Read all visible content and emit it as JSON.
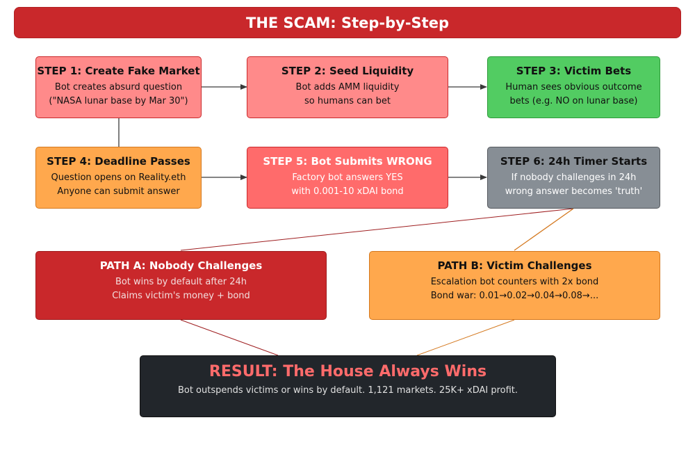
{
  "header": {
    "title": "THE SCAM: Step-by-Step"
  },
  "steps": [
    {
      "title": "STEP 1: Create Fake Market",
      "lines": [
        "Bot creates absurd question",
        "(\"NASA lunar base by Mar 30\")"
      ]
    },
    {
      "title": "STEP 2: Seed Liquidity",
      "lines": [
        "Bot adds AMM liquidity",
        "so humans can bet"
      ]
    },
    {
      "title": "STEP 3: Victim Bets",
      "lines": [
        "Human sees obvious outcome",
        "bets (e.g. NO on lunar base)"
      ]
    },
    {
      "title": "STEP 4: Deadline Passes",
      "lines": [
        "Question opens on Reality.eth",
        "Anyone can submit answer"
      ]
    },
    {
      "title": "STEP 5: Bot Submits WRONG",
      "lines": [
        "Factory bot answers YES",
        "with 0.001-10 xDAI bond"
      ]
    },
    {
      "title": "STEP 6: 24h Timer Starts",
      "lines": [
        "If nobody challenges in 24h",
        "wrong answer becomes 'truth'"
      ]
    }
  ],
  "paths": [
    {
      "title": "PATH A: Nobody Challenges",
      "lines": [
        "Bot wins by default after 24h",
        "Claims victim's money + bond"
      ]
    },
    {
      "title": "PATH B: Victim Challenges",
      "lines": [
        "Escalation bot counters with 2x bond",
        "Bond war: 0.01→0.02→0.04→0.08→..."
      ]
    }
  ],
  "result": {
    "title": "RESULT: The House Always Wins",
    "line": "Bot outspends victims or wins by default. 1,121 markets. 25K+ xDAI profit."
  },
  "colors": {
    "banner": "#c9282b",
    "step_pink": "#ff8a8a",
    "step_green": "#52cc62",
    "step_orange": "#ffa84d",
    "step_salmon": "#ff6b6b",
    "step_gray": "#878e95",
    "path_a": "#c9282b",
    "path_b": "#ffa84d",
    "result_bg": "#22262b",
    "result_title": "#ff6b6b"
  }
}
